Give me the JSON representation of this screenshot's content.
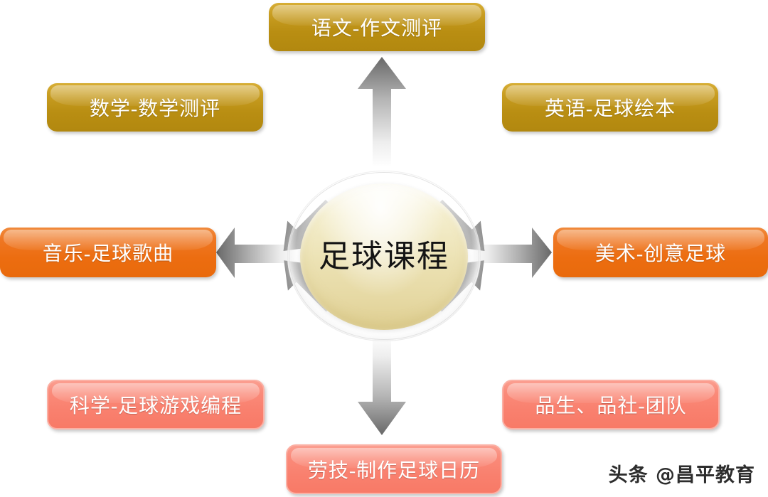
{
  "diagram": {
    "hub": {
      "label": "足球课程"
    },
    "nodes": [
      {
        "id": "chinese",
        "label": "语文-作文测评",
        "color": "#b98e12",
        "style": "gold",
        "direction": "up"
      },
      {
        "id": "math",
        "label": "数学-数学测评",
        "color": "#b98e12",
        "style": "gold",
        "direction": "up-left"
      },
      {
        "id": "english",
        "label": "英语-足球绘本",
        "color": "#b98e12",
        "style": "gold",
        "direction": "up-right"
      },
      {
        "id": "music",
        "label": "音乐-足球歌曲",
        "color": "#ec6d10",
        "style": "orange",
        "direction": "left"
      },
      {
        "id": "art",
        "label": "美术-创意足球",
        "color": "#ec6d10",
        "style": "orange",
        "direction": "right"
      },
      {
        "id": "science",
        "label": "科学-足球游戏编程",
        "color": "#f9806e",
        "style": "salmon",
        "direction": "down-left"
      },
      {
        "id": "morals",
        "label": "品生、品社-团队",
        "color": "#f9806e",
        "style": "salmon",
        "direction": "down-right"
      },
      {
        "id": "labor",
        "label": "劳技-制作足球日历",
        "color": "#f9806e",
        "style": "salmon",
        "direction": "down"
      }
    ],
    "arrow_color_tip": "#6e6e6e",
    "arrow_color_base": "#f2f2f2"
  },
  "watermark": {
    "text": "头条 @昌平教育"
  }
}
